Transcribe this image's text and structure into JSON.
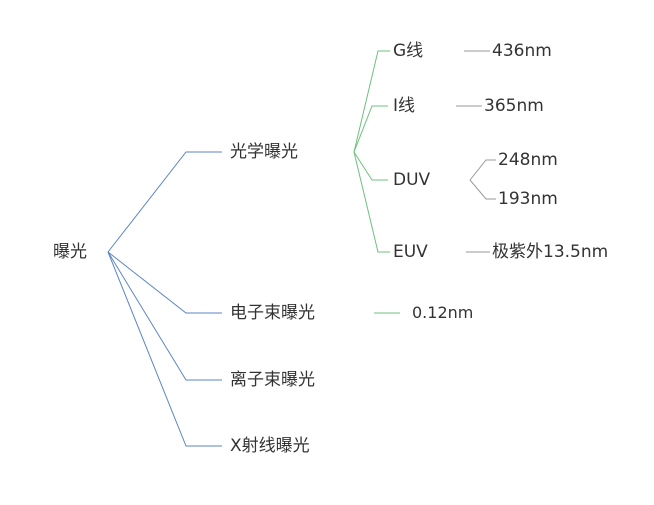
{
  "root": {
    "label": "曝光"
  },
  "branches": [
    {
      "label": "光学曝光"
    },
    {
      "label": "电子束曝光"
    },
    {
      "label": "离子束曝光"
    },
    {
      "label": "X射线曝光"
    }
  ],
  "optical_children": [
    {
      "label": "G线",
      "value": "436nm"
    },
    {
      "label": "I线",
      "value": "365nm"
    },
    {
      "label": "DUV",
      "values": [
        "248nm",
        "193nm"
      ]
    },
    {
      "label": "EUV",
      "value": "极紫外13.5nm"
    }
  ],
  "ebeam_value": "0.12nm",
  "colors": {
    "root_branch_line": "#5b86c2",
    "optical_line": "#6fc07c",
    "leaf_line": "#9a9a9a",
    "text": "#333333"
  }
}
